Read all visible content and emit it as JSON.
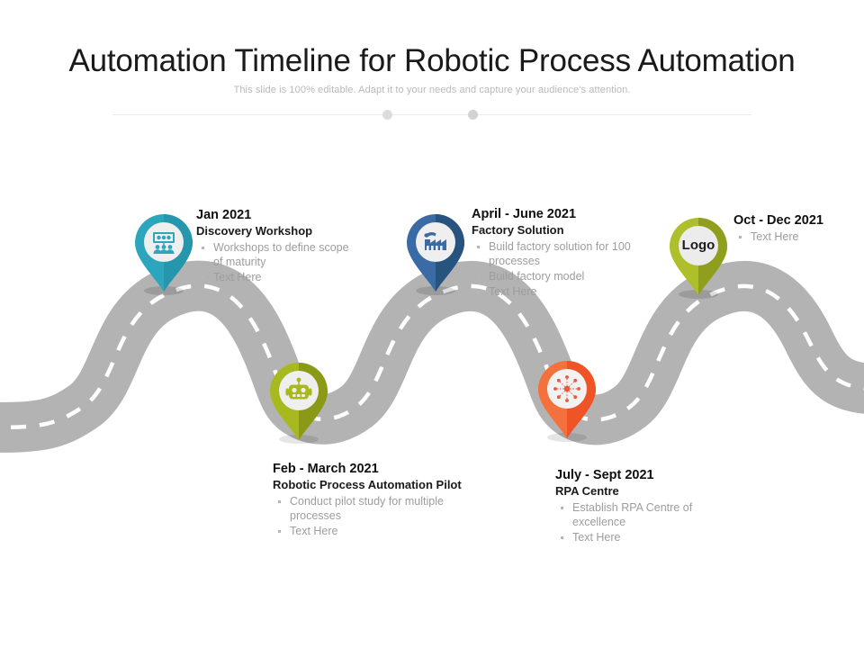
{
  "slide": {
    "title": "Automation Timeline for Robotic Process Automation",
    "subtitle": "This slide is 100% editable. Adapt it to your needs and capture your audience's attention."
  },
  "colors": {
    "teal": "#2ba6bd",
    "navy": "#2e5f98",
    "olive": "#a3b81e",
    "orange": "#f4602c",
    "logo_green": "#a6b827",
    "road": "#b3b3b3",
    "road_dash": "#ffffff",
    "title_text": "#1a1a1a",
    "body_text": "#9d9d9d"
  },
  "milestones": [
    {
      "id": "jan",
      "date": "Jan 2021",
      "heading": "Discovery Workshop",
      "bullets": [
        "Workshops to define scope of maturity",
        "Text Here"
      ],
      "pin_color": "#2ba6bd",
      "icon": "workshop-presentation-icon",
      "pin_label": ""
    },
    {
      "id": "feb",
      "date": "Feb - March 2021",
      "heading": "Robotic Process Automation Pilot",
      "bullets": [
        "Conduct pilot study for multiple processes",
        "Text Here"
      ],
      "pin_color": "#a3b81e",
      "icon": "robot-head-icon",
      "pin_label": ""
    },
    {
      "id": "apr",
      "date": "April - June 2021",
      "heading": "Factory Solution",
      "bullets": [
        "Build factory solution for 100 processes",
        "Build factory model",
        "Text Here"
      ],
      "pin_color": "#2e5f98",
      "icon": "factory-icon",
      "pin_label": ""
    },
    {
      "id": "jul",
      "date": "July - Sept 2021",
      "heading": "RPA Centre",
      "bullets": [
        "Establish RPA Centre of excellence",
        "Text Here"
      ],
      "pin_color": "#f4602c",
      "icon": "network-hub-icon",
      "pin_label": ""
    },
    {
      "id": "oct",
      "date": "Oct - Dec 2021",
      "heading": "",
      "bullets": [
        "Text Here"
      ],
      "pin_color": "#a6b827",
      "icon": "logo-placeholder",
      "pin_label": "Logo"
    }
  ]
}
